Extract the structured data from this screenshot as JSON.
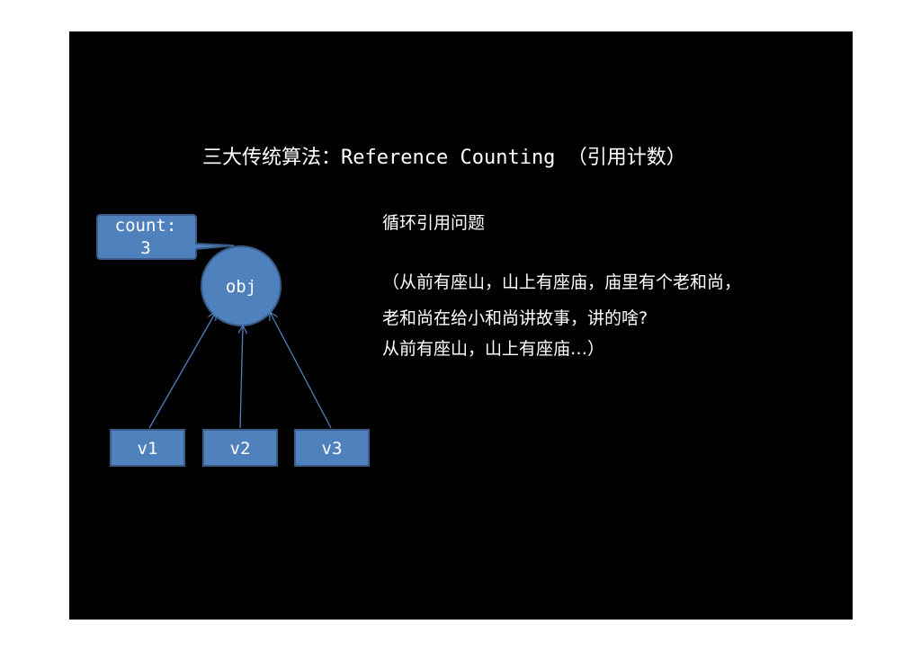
{
  "title": {
    "prefix": "三大传统算法：",
    "main": "Reference Counting",
    "suffix": "（引用计数）"
  },
  "diagram": {
    "count_label_line1": "count:",
    "count_label_line2": "3",
    "object_label": "obj",
    "references": [
      "v1",
      "v2",
      "v3"
    ]
  },
  "description": {
    "heading": "循环引用问题",
    "lines": [
      "（从前有座山，山上有座庙，庙里有个老和尚，",
      "老和尚在给小和尚讲故事，讲的啥?",
      "从前有座山，山上有座庙…）"
    ]
  },
  "colors": {
    "node_fill": "#4f81bd",
    "node_stroke": "#385d8a",
    "arrow": "#4f81bd",
    "background": "#000000"
  }
}
